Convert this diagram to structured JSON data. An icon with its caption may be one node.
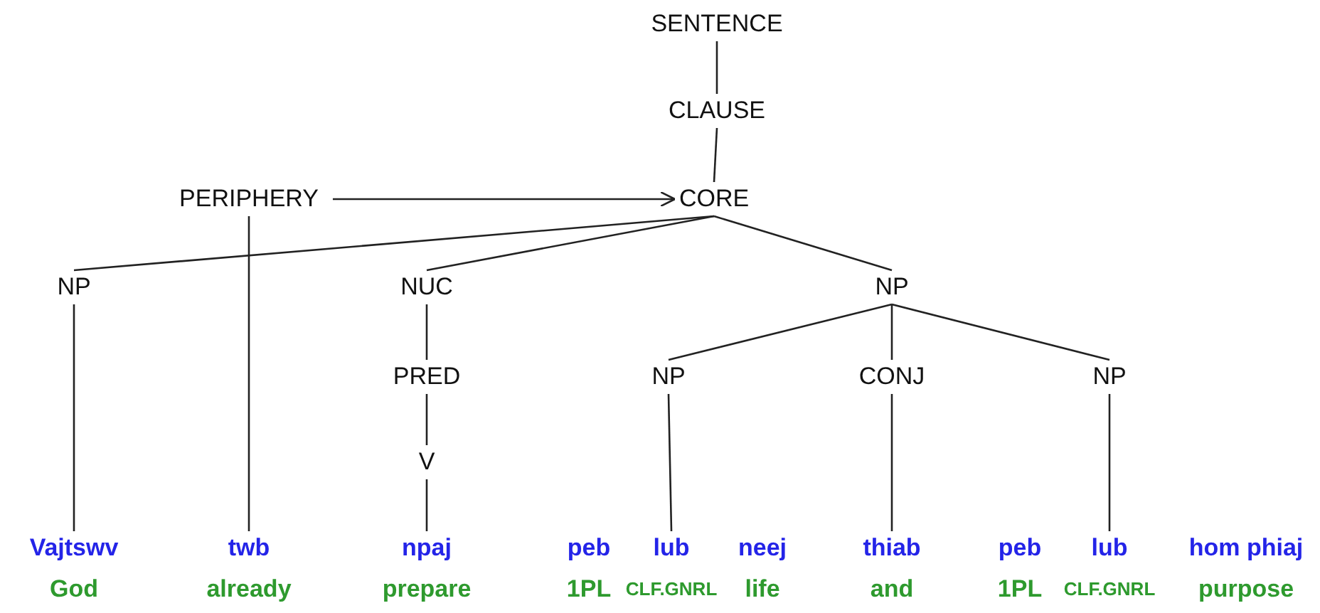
{
  "diagram": {
    "nodes": [
      {
        "text": [
          "SENTENCE"
        ]
      },
      {
        "text": [
          "CLAUSE"
        ]
      },
      {
        "text": [
          "PERIPHERY"
        ]
      },
      {
        "text": [
          "CORE"
        ]
      },
      {
        "text": [
          "NP"
        ]
      },
      {
        "text": [
          "NUC"
        ]
      },
      {
        "text": [
          "NP"
        ]
      },
      {
        "text": [
          "PRED"
        ]
      },
      {
        "text": [
          "NP"
        ]
      },
      {
        "text": [
          "CONJ"
        ]
      },
      {
        "text": [
          "NP"
        ]
      },
      {
        "text": [
          "V"
        ]
      },
      {
        "text": [
          "Vajtswv",
          "God"
        ]
      },
      {
        "text": [
          "twb",
          "already"
        ]
      },
      {
        "text": [
          "npaj",
          "prepare"
        ]
      },
      {
        "text": [
          "peb",
          "1PL"
        ]
      },
      {
        "text": [
          "lub",
          "CLF.GNRL"
        ]
      },
      {
        "text": [
          "neej",
          "life"
        ]
      },
      {
        "text": [
          "thiab",
          "and"
        ]
      },
      {
        "text": [
          "peb",
          "1PL"
        ]
      },
      {
        "text": [
          "lub",
          "CLF.GNRL"
        ]
      },
      {
        "text": [
          "hom phiaj",
          "purpose"
        ]
      }
    ],
    "edges": [
      {
        "from": 0,
        "to": 1,
        "arrow": "none"
      },
      {
        "from": 1,
        "to": 3,
        "arrow": "none"
      },
      {
        "from": 2,
        "to": 3,
        "arrow": "to"
      },
      {
        "from": 3,
        "to": 4,
        "arrow": "none"
      },
      {
        "from": 3,
        "to": 5,
        "arrow": "none"
      },
      {
        "from": 3,
        "to": 6,
        "arrow": "none"
      },
      {
        "from": 2,
        "to": 13,
        "arrow": "none"
      },
      {
        "from": 4,
        "to": 12,
        "arrow": "none"
      },
      {
        "from": 5,
        "to": 7,
        "arrow": "none"
      },
      {
        "from": 7,
        "to": 11,
        "arrow": "none"
      },
      {
        "from": 11,
        "to": 14,
        "arrow": "none"
      },
      {
        "from": 6,
        "to": 8,
        "arrow": "none"
      },
      {
        "from": 6,
        "to": 9,
        "arrow": "none"
      },
      {
        "from": 6,
        "to": 10,
        "arrow": "none"
      },
      {
        "from": 8,
        "to": 16,
        "arrow": "none"
      },
      {
        "from": 9,
        "to": 18,
        "arrow": "none"
      },
      {
        "from": 10,
        "to": 20,
        "arrow": "none"
      }
    ]
  }
}
